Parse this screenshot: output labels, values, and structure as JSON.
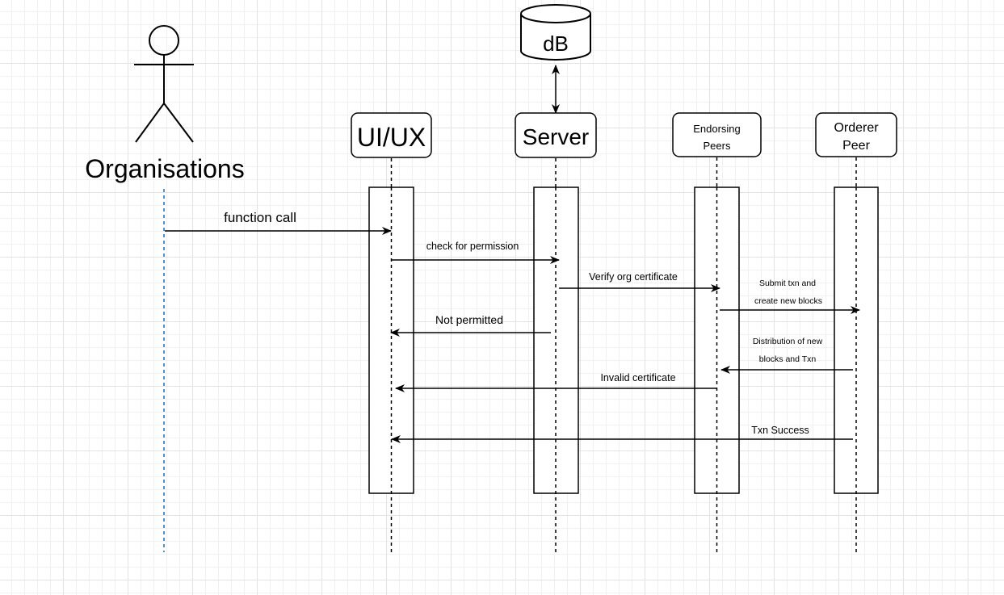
{
  "actor": {
    "label": "Organisations"
  },
  "database": {
    "label": "dB"
  },
  "participants": [
    {
      "id": "ui",
      "lines": [
        "UI/UX"
      ]
    },
    {
      "id": "server",
      "lines": [
        "Server"
      ]
    },
    {
      "id": "endorsing",
      "lines": [
        "Endorsing",
        "Peers"
      ]
    },
    {
      "id": "orderer",
      "lines": [
        "Orderer",
        "Peer"
      ]
    }
  ],
  "messages": [
    {
      "from": "actor",
      "to": "ui",
      "lines": [
        "function call"
      ]
    },
    {
      "from": "ui",
      "to": "server",
      "lines": [
        "check for permission"
      ]
    },
    {
      "from": "server",
      "to": "endorsing",
      "lines": [
        "Verify org certificate"
      ]
    },
    {
      "from": "endorsing",
      "to": "orderer",
      "lines": [
        "Submit txn and",
        "create new blocks"
      ]
    },
    {
      "from": "server",
      "to": "ui",
      "lines": [
        "Not permitted"
      ]
    },
    {
      "from": "orderer",
      "to": "endorsing",
      "lines": [
        "Distribution of new",
        "blocks and Txn"
      ]
    },
    {
      "from": "endorsing",
      "to": "ui",
      "lines": [
        "Invalid certificate"
      ]
    },
    {
      "from": "orderer",
      "to": "ui",
      "lines": [
        "Txn Success"
      ]
    }
  ]
}
